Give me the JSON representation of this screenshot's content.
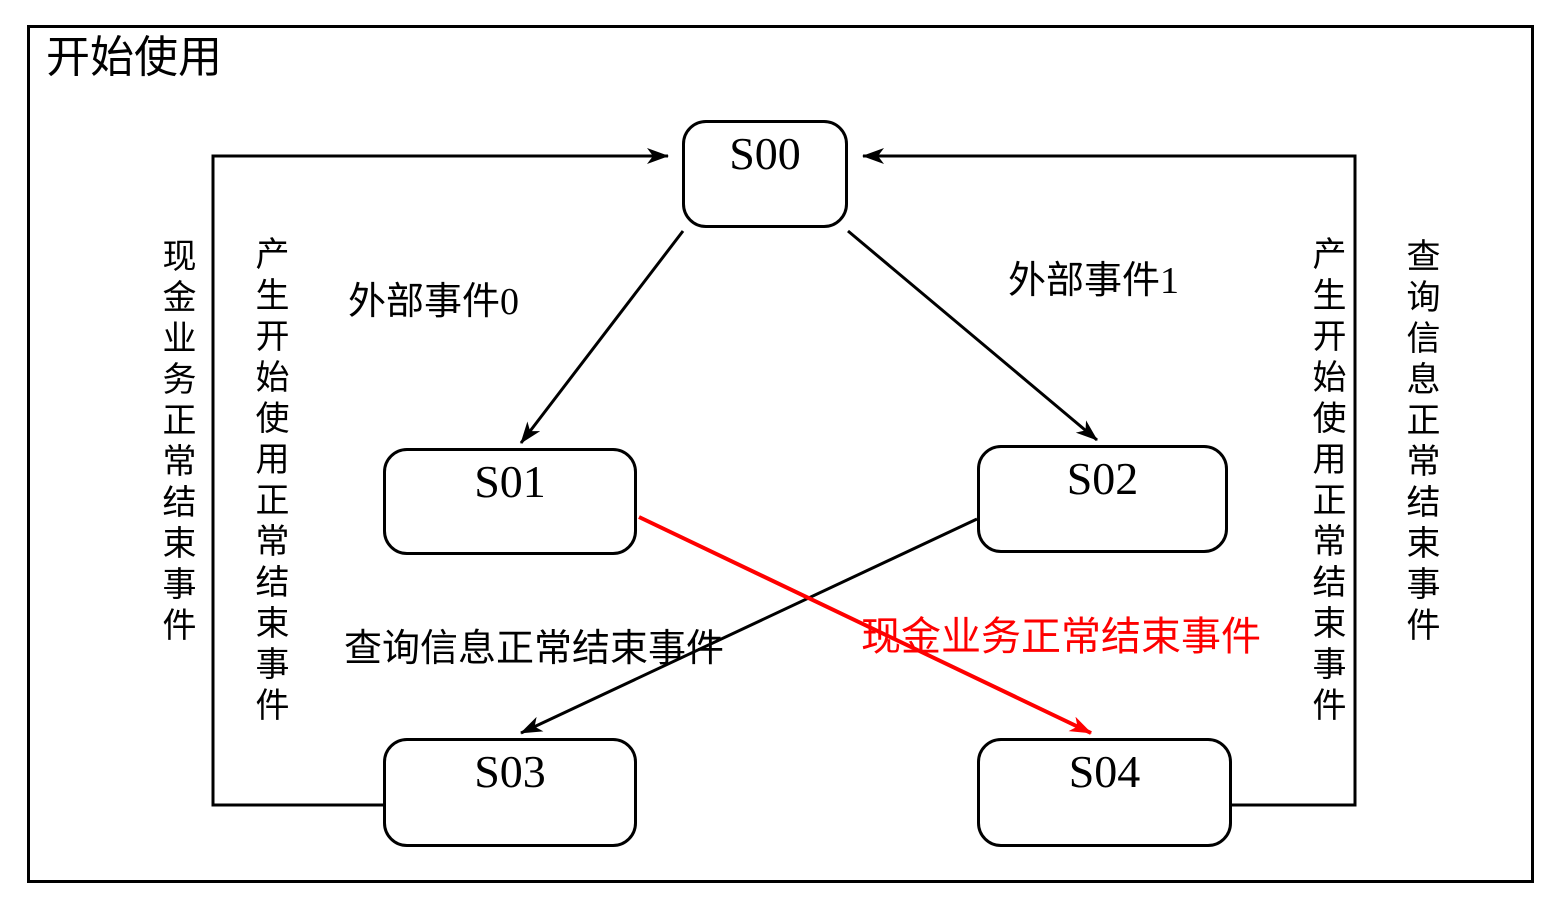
{
  "diagram": {
    "title": "开始使用",
    "colors": {
      "line": "#000000",
      "highlight_red": "#fe0000",
      "background": "#ffffff"
    },
    "states": [
      {
        "id": "S00",
        "label": "S00"
      },
      {
        "id": "S01",
        "label": "S01"
      },
      {
        "id": "S02",
        "label": "S02"
      },
      {
        "id": "S03",
        "label": "S03"
      },
      {
        "id": "S04",
        "label": "S04"
      }
    ],
    "transitions": [
      {
        "from": "S00",
        "to": "S01",
        "label": "外部事件0",
        "color": "#000000"
      },
      {
        "from": "S00",
        "to": "S02",
        "label": "外部事件1",
        "color": "#000000"
      },
      {
        "from": "S01",
        "to": "S04",
        "label": "现金业务正常结束事件",
        "color": "#fe0000"
      },
      {
        "from": "S02",
        "to": "S03",
        "label": "查询信息正常结束事件",
        "color": "#000000"
      },
      {
        "from": "S03",
        "to": "S00",
        "labels": [
          "现金业务正常结束事件",
          "产生开始使用正常结束事件"
        ],
        "color": "#000000"
      },
      {
        "from": "S04",
        "to": "S00",
        "labels": [
          "产生开始使用正常结束事件",
          "查询信息正常结束事件"
        ],
        "color": "#000000"
      }
    ]
  }
}
